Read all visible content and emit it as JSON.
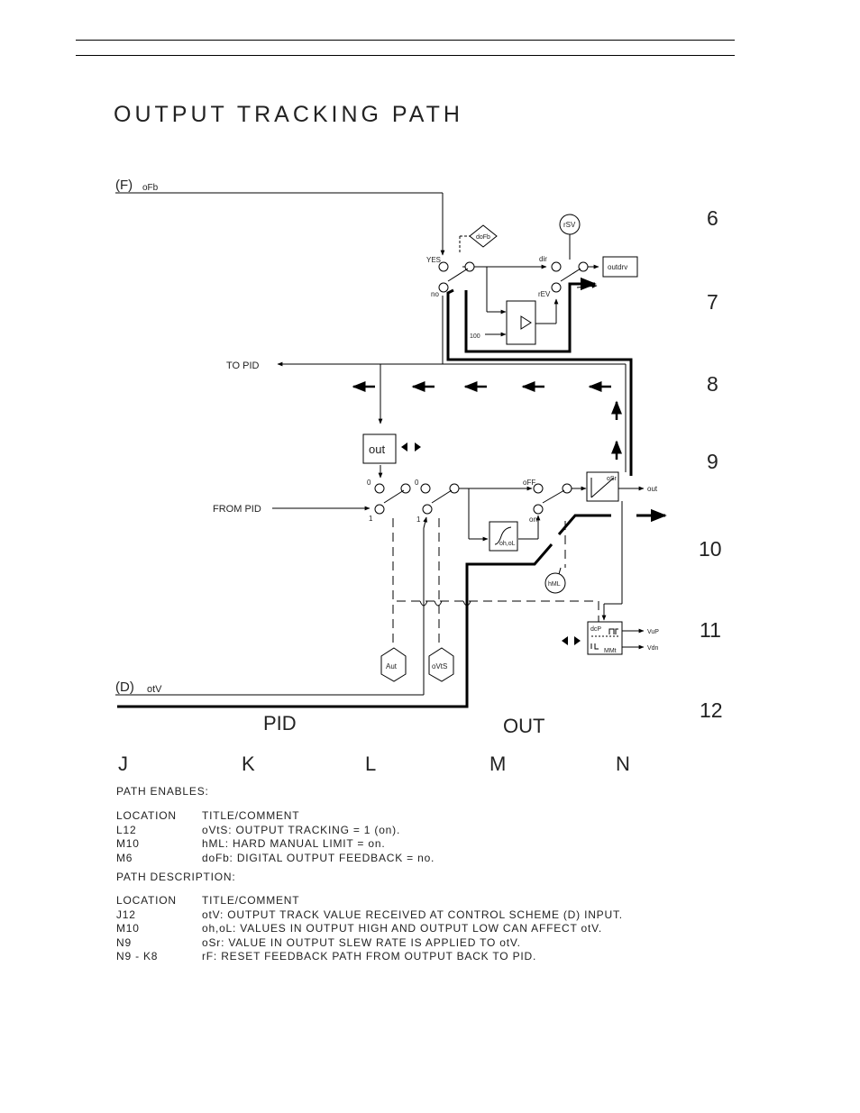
{
  "page": {
    "title": "OUTPUT TRACKING PATH"
  },
  "diagram": {
    "inputs": {
      "f_bracket": "(F)",
      "f_signal": "oFb",
      "d_bracket": "(D)",
      "d_signal": "otV"
    },
    "labels": {
      "yes": "YES",
      "no": "no",
      "dofb": "doFb",
      "rsv": "rSV",
      "dir": "dir",
      "rev": "rEV",
      "outdrv": "outdrv",
      "v100": "100",
      "to_pid": "TO PID",
      "from_pid": "FROM PID",
      "out_block": "out",
      "zero_a": "0",
      "one_a": "1",
      "zero_b": "0",
      "one_b": "1",
      "off": "oFF",
      "on": "on",
      "ohol": "oh,oL",
      "osr": "oSr",
      "out_signal": "out",
      "hml": "hML",
      "aut": "Aut",
      "ovts": "oVtS",
      "dcp": "dcP",
      "mmt": "MMt",
      "vup": "VuP",
      "vdn": "Vdn",
      "pid_footer": "PID",
      "out_footer": "OUT"
    },
    "row_labels": [
      "6",
      "7",
      "8",
      "9",
      "10",
      "11",
      "12"
    ],
    "column_labels": [
      "J",
      "K",
      "L",
      "M",
      "N"
    ]
  },
  "path_enables": {
    "heading": "PATH ENABLES:",
    "header": [
      "LOCATION",
      "TITLE/COMMENT"
    ],
    "rows": [
      [
        "L12",
        "oVtS: OUTPUT TRACKING = 1 (on)."
      ],
      [
        "M10",
        "hML: HARD MANUAL LIMIT = on."
      ],
      [
        "M6",
        "doFb: DIGITAL OUTPUT FEEDBACK = no."
      ]
    ]
  },
  "path_description": {
    "heading": "PATH DESCRIPTION:",
    "header": [
      "LOCATION",
      "TITLE/COMMENT"
    ],
    "rows": [
      [
        "J12",
        "otV: OUTPUT TRACK VALUE RECEIVED AT CONTROL SCHEME (D) INPUT."
      ],
      [
        "M10",
        "oh,oL: VALUES IN OUTPUT HIGH AND OUTPUT LOW CAN AFFECT otV."
      ],
      [
        "N9",
        "oSr: VALUE IN OUTPUT SLEW RATE IS APPLIED TO otV."
      ],
      [
        "N9 - K8",
        "rF: RESET FEEDBACK PATH FROM OUTPUT BACK TO PID."
      ]
    ]
  }
}
